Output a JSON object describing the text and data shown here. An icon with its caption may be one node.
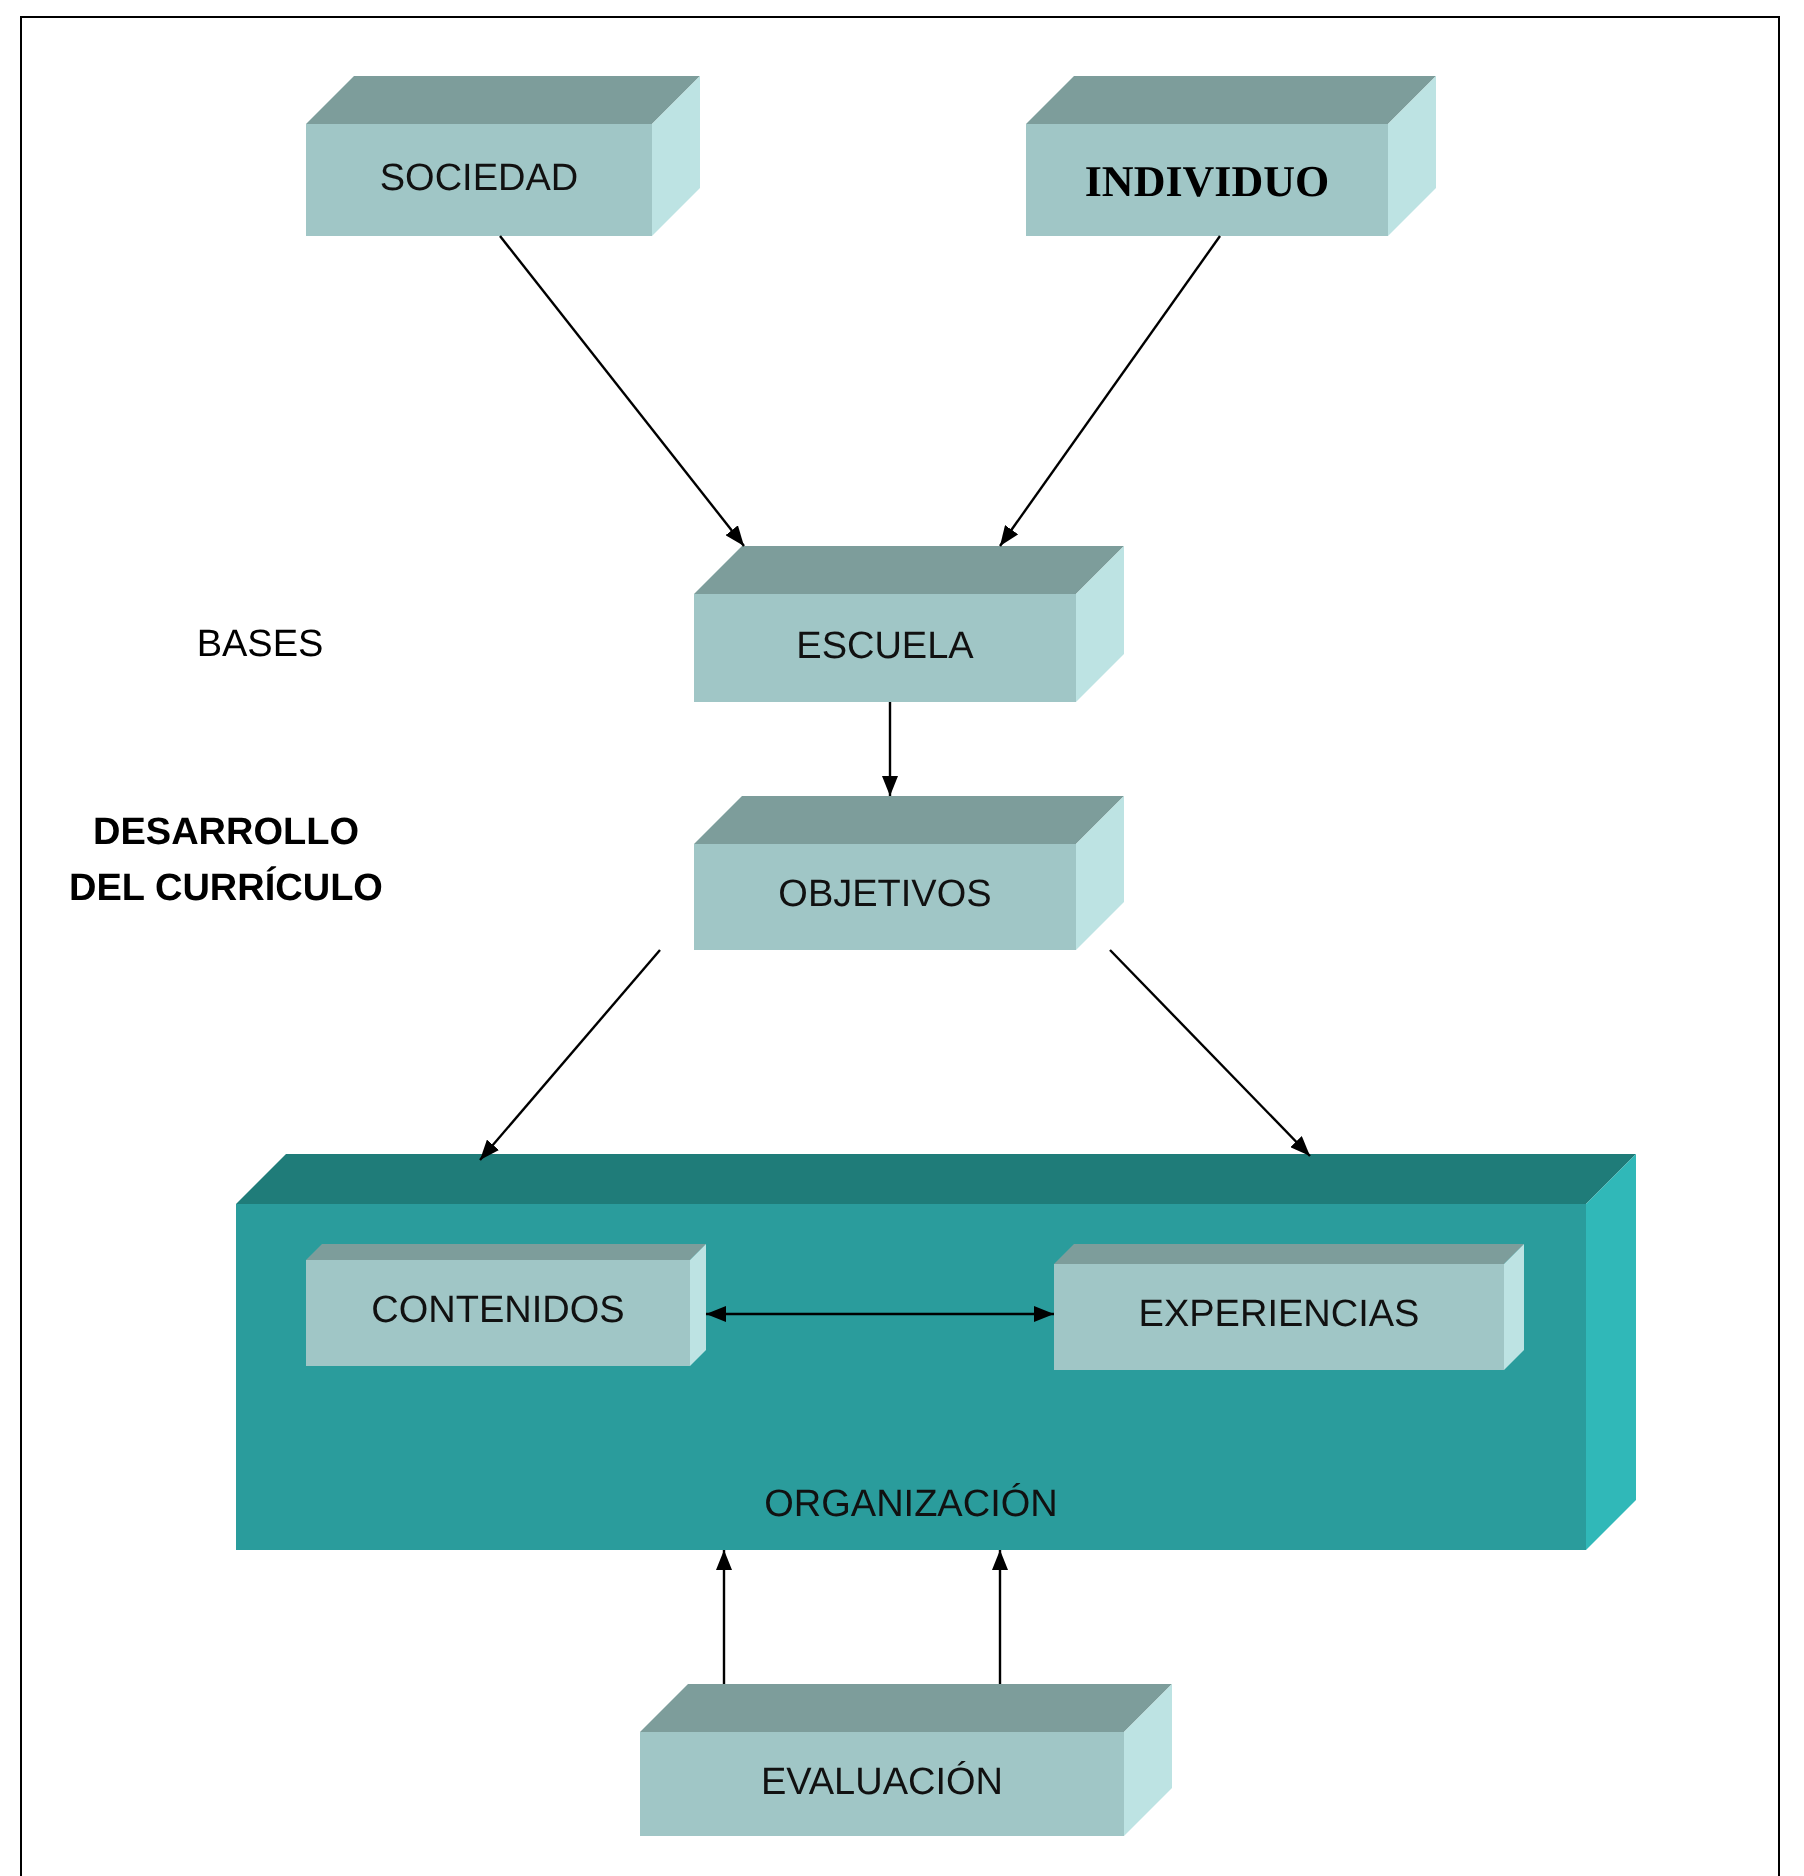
{
  "diagram": {
    "nodes": [
      {
        "text": [
          "SOCIEDAD"
        ]
      },
      {
        "text": [
          "INDIVIDUO"
        ]
      },
      {
        "text": [
          "ESCUELA"
        ]
      },
      {
        "text": [
          "OBJETIVOS"
        ]
      },
      {
        "text": [
          "ORGANIZACIÓN"
        ]
      },
      {
        "text": [
          "CONTENIDOS"
        ],
        "in": 4
      },
      {
        "text": [
          "EXPERIENCIAS"
        ],
        "in": 4
      },
      {
        "text": [
          "EVALUACIÓN"
        ]
      }
    ],
    "edges": [
      {
        "from": 0,
        "to": 2,
        "arrow": "to"
      },
      {
        "from": 1,
        "to": 2,
        "arrow": "to"
      },
      {
        "from": 2,
        "to": 3,
        "arrow": "to"
      },
      {
        "from": 3,
        "to": 4,
        "arrow": "to"
      },
      {
        "from": 3,
        "to": 4,
        "arrow": "to"
      },
      {
        "from": 5,
        "to": 6,
        "arrow": "both"
      },
      {
        "from": 7,
        "to": 4,
        "arrow": "to"
      },
      {
        "from": 7,
        "to": 4,
        "arrow": "to"
      }
    ],
    "labels": [
      "BASES",
      "DESARROLLO DEL CURRÍCULO"
    ]
  }
}
